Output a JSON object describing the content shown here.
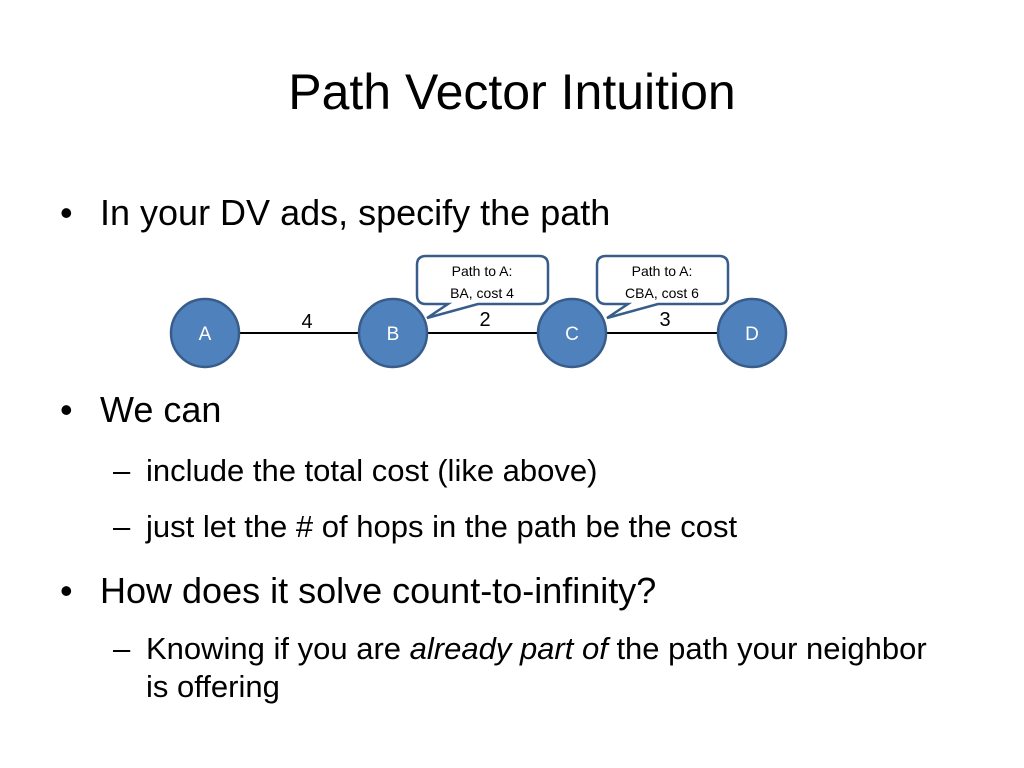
{
  "title": "Path Vector Intuition",
  "bullets": [
    {
      "text": "In your DV ads, specify the path"
    },
    {
      "text": "We can"
    },
    {
      "text": "How does it solve count-to-infinity?"
    }
  ],
  "subbullets": [
    {
      "text": "include the total cost (like above)"
    },
    {
      "text": "just let the # of hops in the path be the cost"
    },
    {
      "before": "Knowing if you are ",
      "emph": "already part of",
      "after": " the path your neighbor is offering"
    }
  ],
  "bullet_mark": "•",
  "dash_mark": "–",
  "diagram": {
    "nodes": [
      "A",
      "B",
      "C",
      "D"
    ],
    "edges": [
      {
        "from": "A",
        "to": "B",
        "cost": "4"
      },
      {
        "from": "B",
        "to": "C",
        "cost": "2"
      },
      {
        "from": "C",
        "to": "D",
        "cost": "3"
      }
    ],
    "callouts": [
      {
        "line1": "Path to A:",
        "line2": "BA, cost 4"
      },
      {
        "line1": "Path to A:",
        "line2": "CBA, cost 6"
      }
    ],
    "colors": {
      "node_fill": "#4f81bd",
      "node_stroke": "#385d8a",
      "callout_stroke": "#385d8a",
      "edge": "#000000"
    }
  }
}
